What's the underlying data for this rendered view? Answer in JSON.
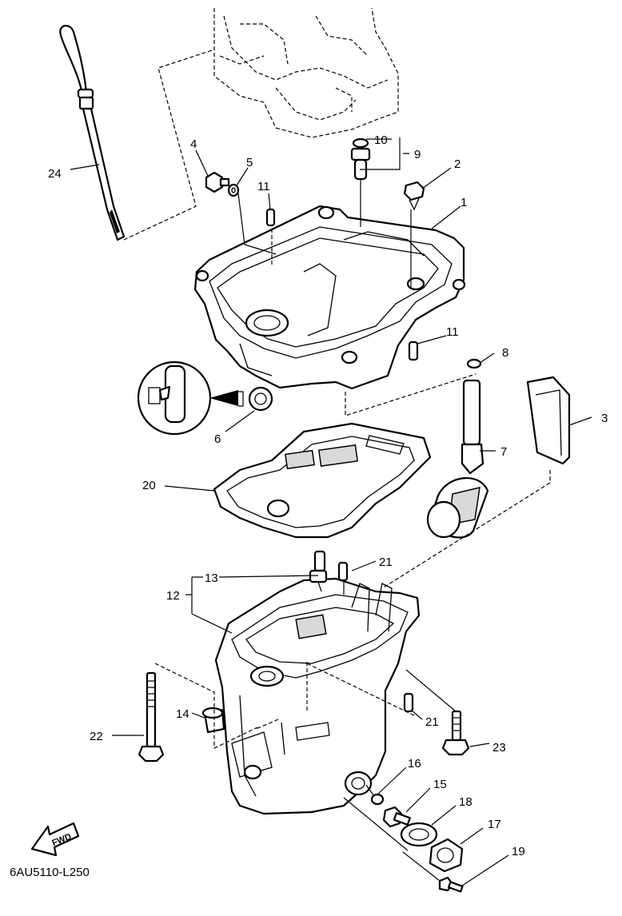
{
  "diagram": {
    "drawing_code": "6AU5110-L250",
    "fwd_label": "FWD",
    "callouts": [
      "1",
      "2",
      "3",
      "4",
      "5",
      "6",
      "7",
      "8",
      "9",
      "10",
      "11",
      "11",
      "12",
      "13",
      "14",
      "15",
      "16",
      "17",
      "18",
      "19",
      "20",
      "21",
      "21",
      "22",
      "23",
      "24"
    ]
  }
}
